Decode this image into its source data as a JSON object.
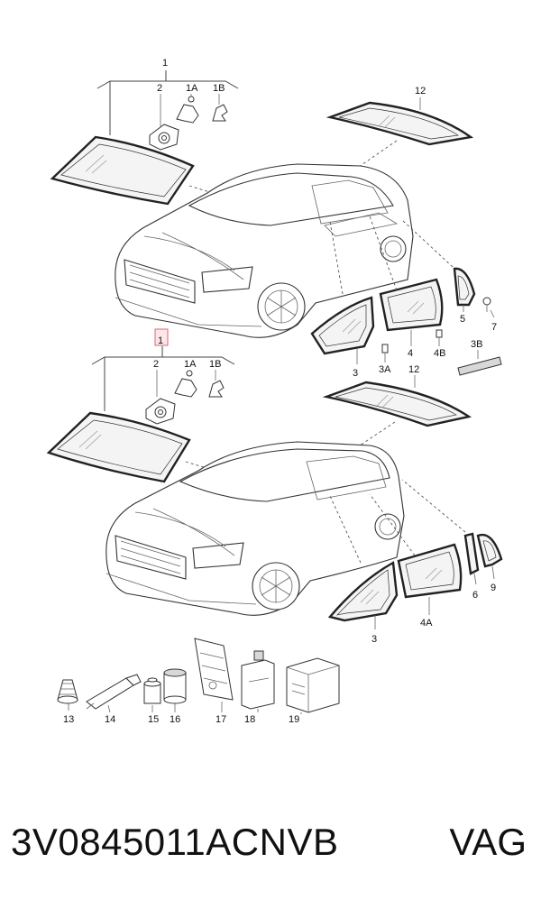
{
  "callouts": {
    "sedan_1": "1",
    "sedan_2": "2",
    "sedan_1A": "1A",
    "sedan_1B": "1B",
    "sedan_12": "12",
    "sedan_3": "3",
    "sedan_3A": "3A",
    "sedan_4": "4",
    "sedan_4B": "4B",
    "sedan_5": "5",
    "sedan_7": "7",
    "sedan_3B": "3B",
    "wagon_1": "1",
    "wagon_2": "2",
    "wagon_1A": "1A",
    "wagon_1B": "1B",
    "wagon_12": "12",
    "wagon_3": "3",
    "wagon_4A": "4A",
    "wagon_6": "6",
    "wagon_9": "9",
    "acc_13": "13",
    "acc_14": "14",
    "acc_15": "15",
    "acc_16": "16",
    "acc_17": "17",
    "acc_18": "18",
    "acc_19": "19"
  },
  "footer": {
    "part_code": "3V0845011ACNVB",
    "brand": "VAG"
  }
}
